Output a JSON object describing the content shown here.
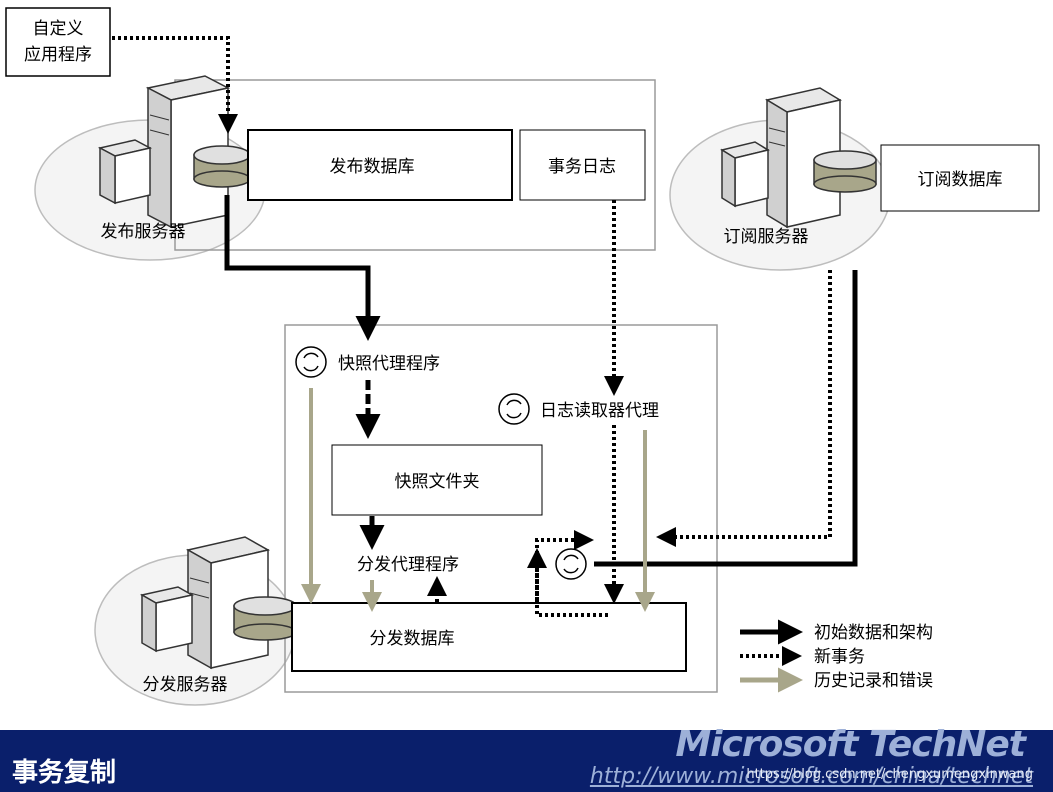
{
  "diagram": {
    "custom_app": [
      "自定义",
      "应用程序"
    ],
    "publisher_db": "发布数据库",
    "transaction_log": "事务日志",
    "publisher_server": "发布服务器",
    "subscriber_db": "订阅数据库",
    "subscriber_server": "订阅服务器",
    "snapshot_agent": "快照代理程序",
    "log_reader_agent": "日志读取器代理",
    "snapshot_folder": "快照文件夹",
    "distribution_agent": "分发代理程序",
    "distribution_db": "分发数据库",
    "distributor_server": "分发服务器"
  },
  "legend": [
    {
      "label": "初始数据和架构",
      "style": "solid",
      "color": "#000000"
    },
    {
      "label": "新事务",
      "style": "dotted",
      "color": "#000000"
    },
    {
      "label": "历史记录和错误",
      "style": "solid",
      "color": "#a8a68a"
    }
  ],
  "footer": {
    "title": "事务复制",
    "brand": "Microsoft TechNet",
    "url": "http://www.microsoft.com/china/technet",
    "watermark": "https://blog.csdn.net/chengxumengxinwang"
  },
  "colors": {
    "footer_bg": "#0a1f6b",
    "history_arrow": "#a8a68a",
    "db_cylinder": "#a8a68a"
  }
}
